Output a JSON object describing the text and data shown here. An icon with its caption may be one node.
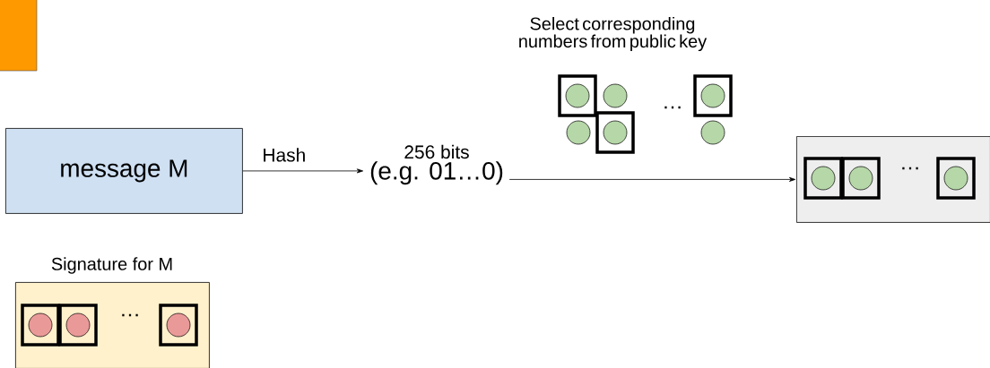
{
  "diagram": {
    "nodes": [
      {
        "text": [
          "message M"
        ]
      },
      {
        "text": [
          "256 bits",
          "(e.g. 01…0)"
        ]
      },
      {
        "text": [],
        "shape": "box"
      },
      {
        "text": [
          "Signature for M"
        ]
      }
    ],
    "edges": [
      {
        "from": 0,
        "to": 1,
        "arrow": "to",
        "label": "Hash"
      },
      {
        "from": 1,
        "to": 2,
        "arrow": "to"
      }
    ],
    "labels": [
      "Select corresponding numbers from public key",
      "…",
      "…",
      "…"
    ]
  }
}
